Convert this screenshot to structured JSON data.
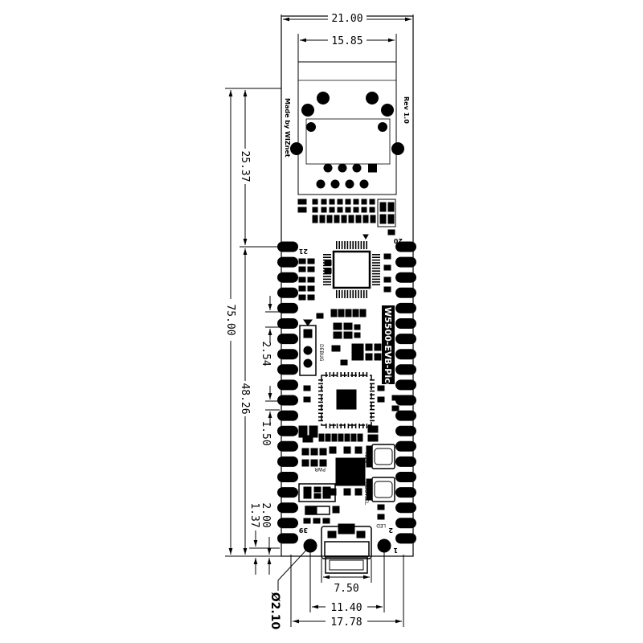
{
  "dimensions": {
    "board_width": "21.00",
    "rj45_width": "15.85",
    "total_length": "75.00",
    "rj45_length": "25.37",
    "pin_span": "48.26",
    "pin_pitch": "2.54",
    "edge_gap": "1.50",
    "hole_offset": "2.00",
    "pad_offset": "1.37",
    "hole_diameter": "Ø2.10",
    "usb_width": "7.50",
    "hole_spacing": "11.40",
    "pin_row_spacing": "17.78"
  },
  "silkscreen": {
    "maker": "Made by WIZnet",
    "revision": "Rev 1.0",
    "product": "W5500-EVB-Pico",
    "pin_1": "1",
    "pin_2": "2",
    "pin_20": "20",
    "pin_21": "21",
    "pin_39": "39",
    "debug": "DEBUG",
    "pwr": "PWR",
    "run": "RUN",
    "bootsel": "BOOTSEL",
    "led": "LED"
  },
  "colors": {
    "line": "#000000",
    "board": "#ffffff"
  }
}
